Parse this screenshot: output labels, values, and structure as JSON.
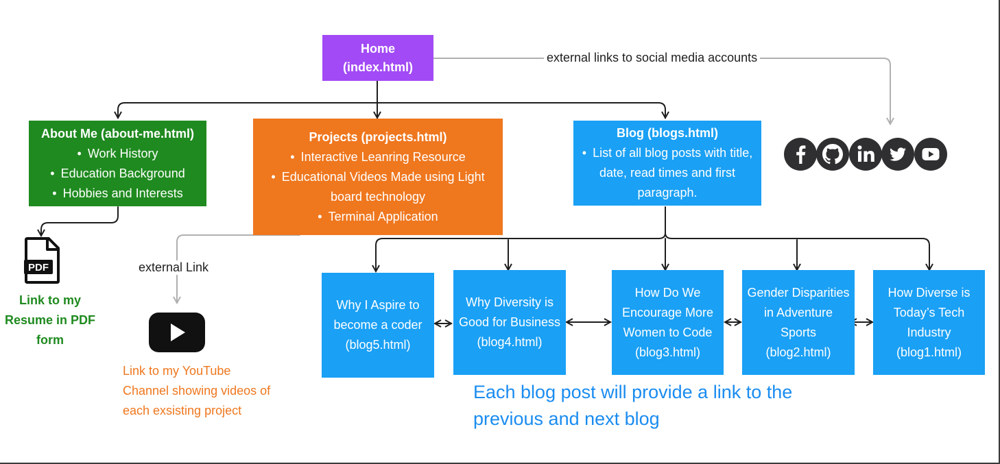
{
  "home": {
    "title": "Home",
    "subtitle": "(index.html)"
  },
  "social": {
    "link_label": "external links to social media accounts",
    "icons": [
      "facebook-icon",
      "github-icon",
      "linkedin-icon",
      "twitter-icon",
      "youtube-icon"
    ]
  },
  "about": {
    "title": "About Me (about-me.html)",
    "items": [
      "Work History",
      "Education Background",
      "Hobbies and Interests"
    ]
  },
  "projects": {
    "title": "Projects (projects.html)",
    "items": [
      "Interactive Leanring Resource",
      "Educational Videos Made using Light board technology",
      "Terminal Application"
    ]
  },
  "blog": {
    "title": "Blog (blogs.html)",
    "items": [
      "List of all blog posts with title, date, read times and first paragraph."
    ]
  },
  "resume": {
    "pdf_label": "PDF",
    "text": "Link to my\nResume in PDF\nform"
  },
  "youtube": {
    "link_label": "external Link",
    "text": "Link to my YouTube\nChannel showing videos of\neach exsisting project"
  },
  "posts": [
    {
      "text": "Why I Aspire to become a coder (blog5.html)"
    },
    {
      "text": "Why Diversity is Good for Business (blog4.html)"
    },
    {
      "text": "How Do We Encourage More Women to Code (blog3.html)"
    },
    {
      "text": "Gender Disparities in Adventure Sports (blog2.html)"
    },
    {
      "text": "How Diverse is Today’s Tech Industry (blog1.html)"
    }
  ],
  "note": "Each blog post will provide a link to the\nprevious and next blog",
  "colors": {
    "home": "#a24af5",
    "about": "#1f8a1f",
    "projects": "#ef771e",
    "blog": "#1aa0f5",
    "note": "#1a8cf0",
    "icons": "#2f2f32"
  }
}
